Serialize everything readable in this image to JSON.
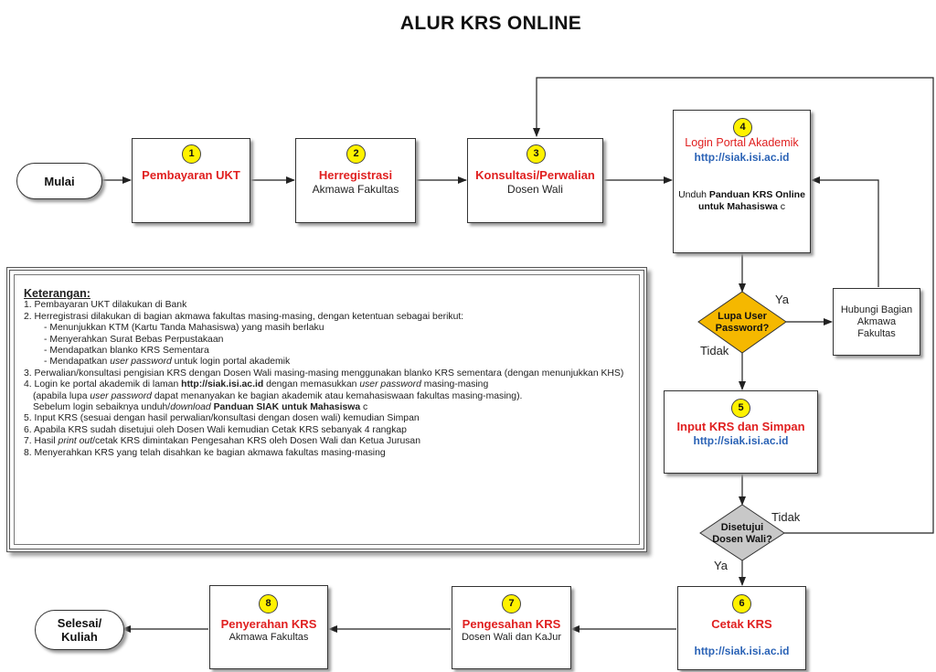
{
  "title": "ALUR KRS ONLINE",
  "start_label": "Mulai",
  "end_label": "Selesai/\nKuliah",
  "steps": [
    {
      "num": "1",
      "title": "Pembayaran UKT",
      "sub": ""
    },
    {
      "num": "2",
      "title": "Herregistrasi",
      "sub": "Akmawa Fakultas"
    },
    {
      "num": "3",
      "title": "Konsultasi/Perwalian",
      "sub": "Dosen Wali"
    },
    {
      "num": "4",
      "title": "Login Portal Akademik",
      "url": "http://siak.isi.ac.id",
      "note_prefix": "Unduh ",
      "note_bold": "Panduan KRS Online untuk Mahasiswa",
      "note_suffix": " c"
    },
    {
      "num": "5",
      "title": "Input KRS dan Simpan",
      "url": "http://siak.isi.ac.id"
    },
    {
      "num": "6",
      "title": "Cetak KRS",
      "url": "http://siak.isi.ac.id"
    },
    {
      "num": "7",
      "title": "Pengesahan KRS",
      "sub": "Dosen Wali dan KaJur"
    },
    {
      "num": "8",
      "title": "Penyerahan KRS",
      "sub": "Akmawa Fakultas"
    }
  ],
  "decisions": {
    "forgot": {
      "label": "Lupa User Password?",
      "yes": "Ya",
      "no": "Tidak",
      "color": "#f5b800"
    },
    "approved": {
      "label": "Disetujui Dosen Wali?",
      "yes": "Ya",
      "no": "Tidak",
      "color": "#c8c8c8"
    }
  },
  "contact": {
    "label": "Hubungi Bagian Akmawa Fakultas"
  },
  "notes": {
    "heading": "Keterangan:",
    "l1": "1. Pembayaran UKT dilakukan di Bank",
    "l2": "2. Herregistrasi dilakukan di bagian akmawa fakultas masing-masing, dengan ketentuan sebagai berikut:",
    "l2a": "- Menunjukkan KTM (Kartu Tanda Mahasiswa) yang masih berlaku",
    "l2b": "- Menyerahkan Surat Bebas Perpustakaan",
    "l2c": "- Mendapatkan blanko KRS Sementara",
    "l2d_pre": "- Mendapatkan ",
    "l2d_em": "user password",
    "l2d_post": " untuk login portal akademik",
    "l3": "3. Perwalian/konsultasi pengisian KRS dengan Dosen Wali masing-masing menggunakan blanko KRS sementara (dengan menunjukkan KHS)",
    "l4_pre": "4. Login ke portal akademik di laman ",
    "l4_url": "http://siak.isi.ac.id",
    "l4_mid": " dengan memasukkan ",
    "l4_em": "user password",
    "l4_post": " masing-masing",
    "l4b_pre": "(apabila lupa ",
    "l4b_em": "user password",
    "l4b_post": " dapat menanyakan ke bagian akademik atau kemahasiswaan fakultas masing-masing).",
    "l4c_pre": "Sebelum login sebaiknya unduh/",
    "l4c_em": "download",
    "l4c_bold": " Panduan SIAK untuk Mahasiswa",
    "l4c_post": " c",
    "l5": "5. Input KRS (sesuai dengan hasil perwalian/konsultasi dengan dosen wali) kemudian Simpan",
    "l6": "6. Apabila KRS sudah disetujui oleh Dosen Wali kemudian Cetak KRS sebanyak 4 rangkap",
    "l7_pre": "7. Hasil ",
    "l7_em": "print out",
    "l7_post": "/cetak KRS dimintakan Pengesahan KRS oleh Dosen Wali dan Ketua Jurusan",
    "l8": "8. Menyerahkan KRS yang telah disahkan ke bagian akmawa fakultas masing-masing"
  }
}
